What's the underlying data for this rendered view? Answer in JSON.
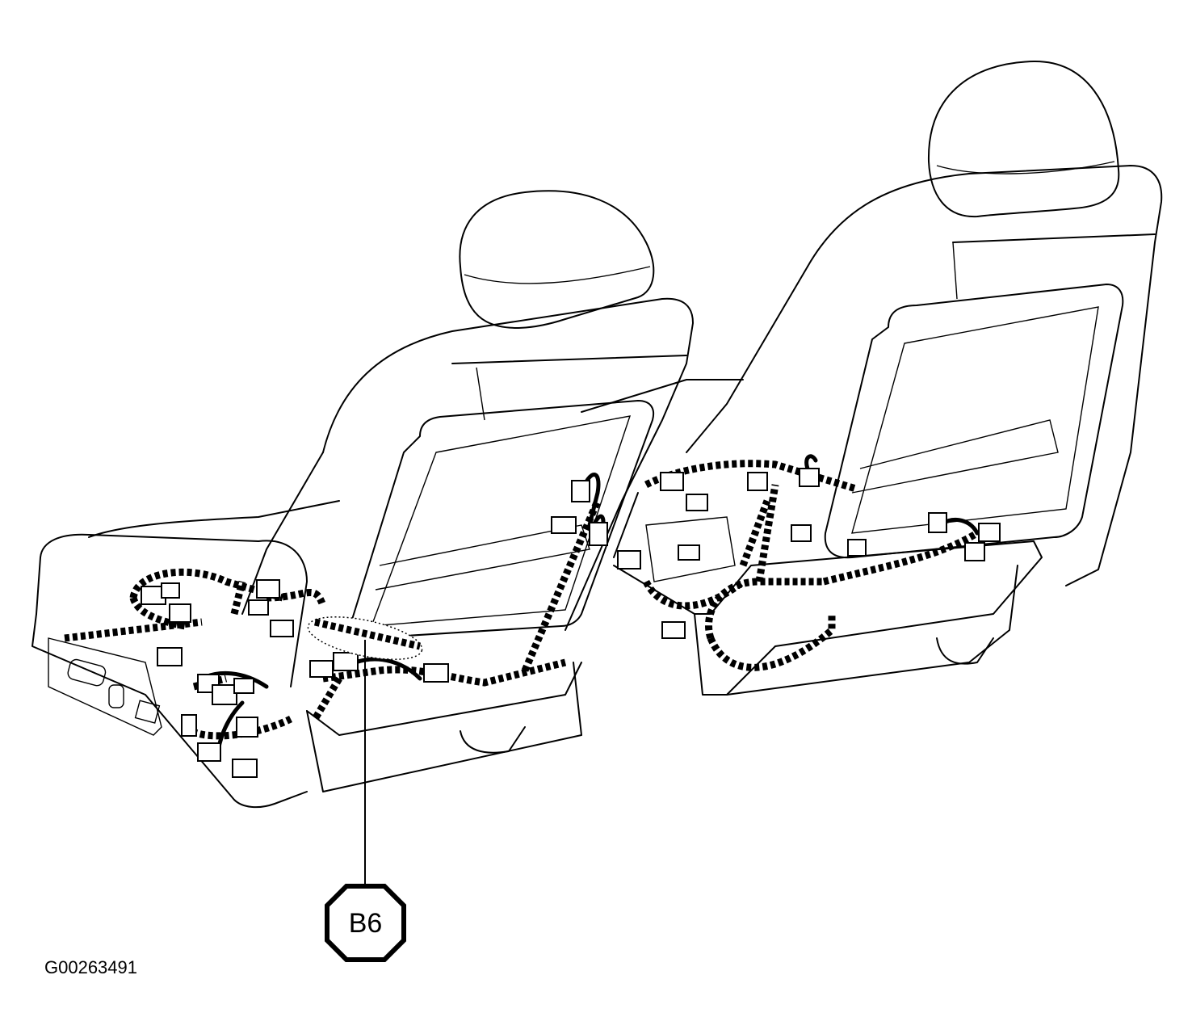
{
  "callout": {
    "label": "B6"
  },
  "figure_id": "G00263491",
  "icons": [
    "front-seat-illustration",
    "rear-seat-illustration",
    "wire-harness",
    "connector"
  ]
}
